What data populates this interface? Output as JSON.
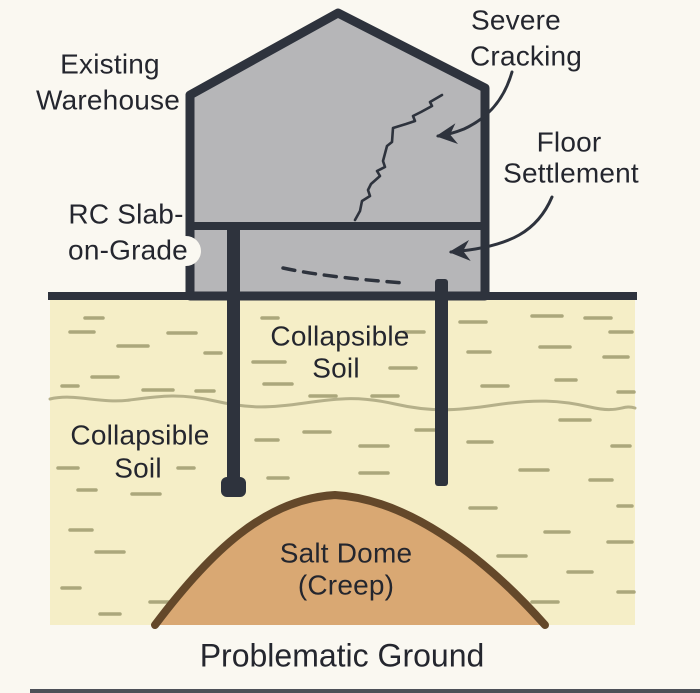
{
  "diagram_title": "Problematic Ground",
  "labels": {
    "existing_warehouse": {
      "line1": "Existing",
      "line2": "Warehouse"
    },
    "severe_cracking": {
      "line1": "Severe",
      "line2": "Cracking"
    },
    "floor_settlement": {
      "line1": "Floor",
      "line2": "Settlement"
    },
    "rc_slab": {
      "line1": "RC Slab-",
      "line2": "on-Grade"
    },
    "collapsible_soil_center": {
      "line1": "Collapsible",
      "line2": "Soil"
    },
    "collapsible_soil_left": {
      "line1": "Collapsible",
      "line2": "Soil"
    },
    "salt_dome": {
      "line1": "Salt Dome",
      "line2": "(Creep)"
    },
    "caption": "Problematic Ground"
  },
  "colors": {
    "bg": "#faf8f1",
    "ink": "#2e333d",
    "house": "#b6b6b8",
    "soil": "#f5eec7",
    "soil_dash": "#a8a478",
    "soil_wave": "#b5b08a",
    "dome": "#d9a873",
    "dome_edge": "#64482a",
    "text": "#24262e"
  },
  "icon_names": [
    "crack-icon",
    "curved-arrow-icon",
    "settlement-dashed-line-icon"
  ],
  "soil_texture": [
    [
      70,
      332,
      24
    ],
    [
      118,
      346,
      30
    ],
    [
      168,
      333,
      28
    ],
    [
      205,
      353,
      16
    ],
    [
      62,
      386,
      16
    ],
    [
      92,
      377,
      26
    ],
    [
      143,
      390,
      30
    ],
    [
      196,
      391,
      18
    ],
    [
      85,
      318,
      18
    ],
    [
      262,
      318,
      16
    ],
    [
      253,
      362,
      32
    ],
    [
      264,
      384,
      28
    ],
    [
      310,
      396,
      26
    ],
    [
      390,
      368,
      26
    ],
    [
      404,
      332,
      20
    ],
    [
      372,
      396,
      26
    ],
    [
      460,
      322,
      26
    ],
    [
      532,
      316,
      30
    ],
    [
      585,
      318,
      26
    ],
    [
      610,
      332,
      22
    ],
    [
      468,
      352,
      22
    ],
    [
      540,
      347,
      30
    ],
    [
      604,
      357,
      24
    ],
    [
      482,
      386,
      26
    ],
    [
      556,
      380,
      20
    ],
    [
      618,
      392,
      16
    ],
    [
      58,
      468,
      20
    ],
    [
      178,
      468,
      16
    ],
    [
      78,
      490,
      18
    ],
    [
      132,
      494,
      28
    ],
    [
      96,
      552,
      28
    ],
    [
      62,
      588,
      18
    ],
    [
      150,
      602,
      22
    ],
    [
      212,
      572,
      18
    ],
    [
      100,
      614,
      20
    ],
    [
      70,
      530,
      22
    ],
    [
      256,
      440,
      22
    ],
    [
      304,
      432,
      26
    ],
    [
      360,
      446,
      28
    ],
    [
      416,
      430,
      20
    ],
    [
      360,
      473,
      28
    ],
    [
      268,
      478,
      20
    ],
    [
      468,
      442,
      24
    ],
    [
      560,
      420,
      30
    ],
    [
      612,
      446,
      18
    ],
    [
      520,
      470,
      28
    ],
    [
      590,
      480,
      22
    ],
    [
      470,
      508,
      26
    ],
    [
      618,
      506,
      14
    ],
    [
      545,
      532,
      24
    ],
    [
      498,
      556,
      28
    ],
    [
      608,
      542,
      24
    ],
    [
      478,
      582,
      20
    ],
    [
      568,
      572,
      24
    ],
    [
      532,
      602,
      26
    ],
    [
      618,
      592,
      16
    ],
    [
      462,
      612,
      18
    ]
  ]
}
